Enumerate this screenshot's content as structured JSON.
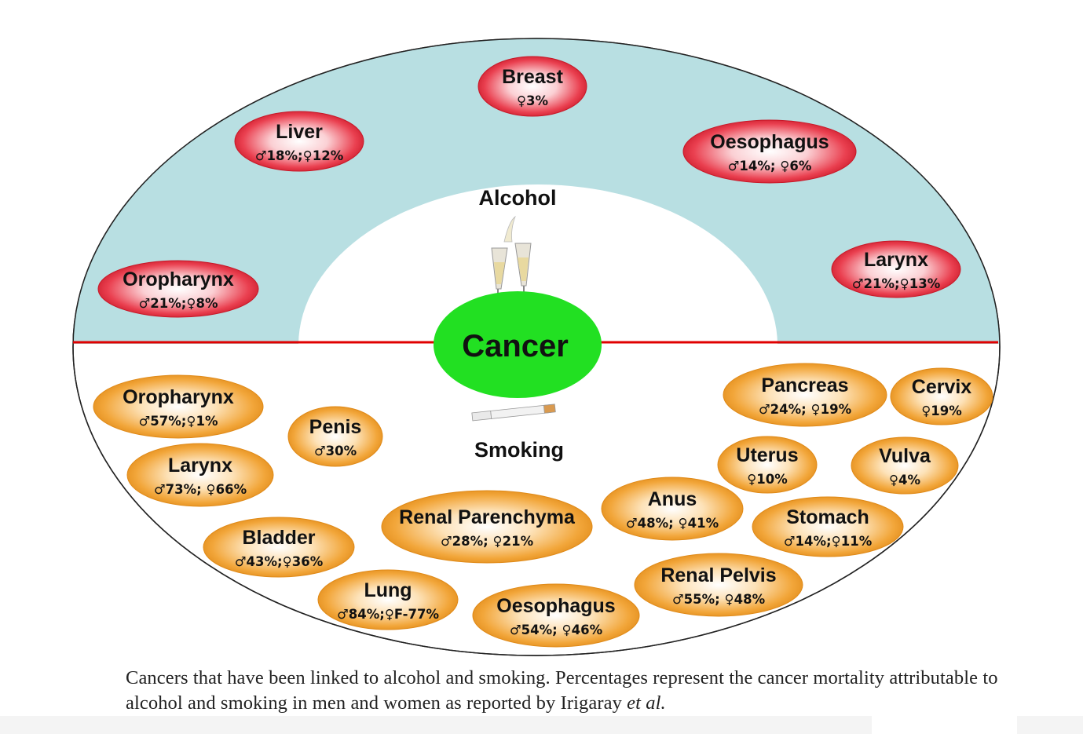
{
  "center": {
    "label": "Cancer"
  },
  "alcohol_label": "Alcohol",
  "smoking_label": "Smoking",
  "alcohol_cancers": [
    {
      "name": "Breast",
      "stat": "♀3%"
    },
    {
      "name": "Liver",
      "stat": "♂18%;♀12%"
    },
    {
      "name": "Oesophagus",
      "stat": "♂14%; ♀6%"
    },
    {
      "name": "Oropharynx",
      "stat": "♂21%;♀8%"
    },
    {
      "name": "Larynx",
      "stat": "♂21%;♀13%"
    }
  ],
  "smoking_cancers": [
    {
      "name": "Oropharynx",
      "stat": "♂57%;♀1%"
    },
    {
      "name": "Penis",
      "stat": "♂30%"
    },
    {
      "name": "Larynx",
      "stat": "♂73%; ♀66%"
    },
    {
      "name": "Bladder",
      "stat": "♂43%;♀36%"
    },
    {
      "name": "Renal Parenchyma",
      "stat": "♂28%; ♀21%"
    },
    {
      "name": "Lung",
      "stat": "♂84%;♀F-77%"
    },
    {
      "name": "Oesophagus",
      "stat": "♂54%; ♀46%"
    },
    {
      "name": "Anus",
      "stat": "♂48%; ♀41%"
    },
    {
      "name": "Renal Pelvis",
      "stat": "♂55%; ♀48%"
    },
    {
      "name": "Pancreas",
      "stat": "♂24%; ♀19%"
    },
    {
      "name": "Cervix",
      "stat": "♀19%"
    },
    {
      "name": "Uterus",
      "stat": "♀10%"
    },
    {
      "name": "Vulva",
      "stat": "♀4%"
    },
    {
      "name": "Stomach",
      "stat": "♂14%;♀11%"
    }
  ],
  "caption": {
    "text": "Cancers that have been linked to alcohol and smoking. Percentages represent the cancer mortality attributable to alcohol and smoking in men and women as reported by Irigaray ",
    "italic": "et al."
  },
  "colors": {
    "alcohol_band": "#b8dfe2",
    "alcohol_node": "#e8283a",
    "smoking_node": "#f0a030",
    "center_node": "#22e022",
    "divider": "#e00000",
    "outline": "#222222"
  },
  "icons": {
    "alcohol": "champagne-glasses-icon",
    "smoking": "cigarette-icon"
  }
}
